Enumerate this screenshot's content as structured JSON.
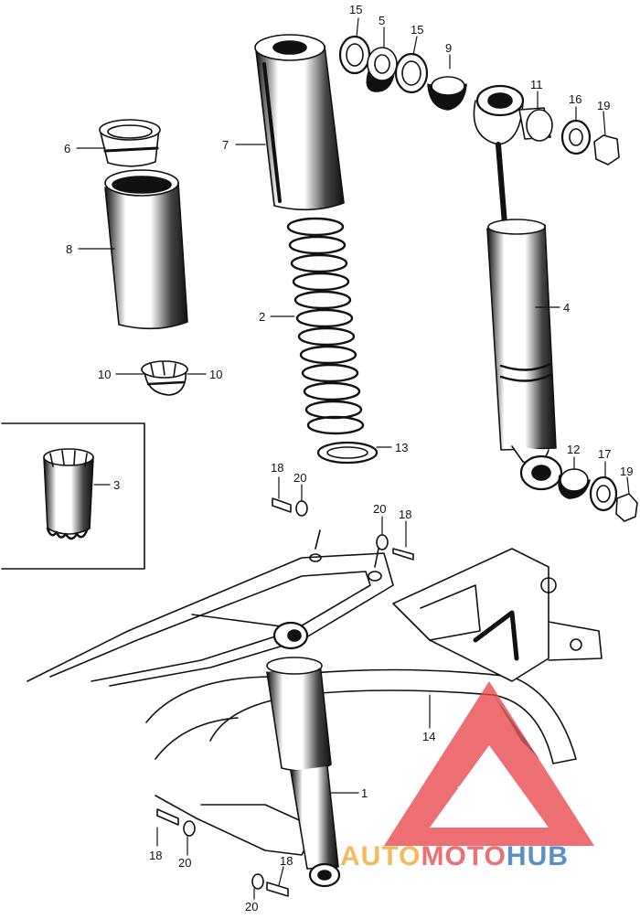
{
  "diagram": {
    "callouts": {
      "c1": "1",
      "c2": "2",
      "c3": "3",
      "c4": "4",
      "c5": "5",
      "c6": "6",
      "c7": "7",
      "c8": "8",
      "c9": "9",
      "c10a": "10",
      "c10b": "10",
      "c11": "11",
      "c12": "12",
      "c13": "13",
      "c14": "14",
      "c15a": "15",
      "c15b": "15",
      "c16": "16",
      "c17": "17",
      "c18a": "18",
      "c18b": "18",
      "c18c": "18",
      "c18d": "18",
      "c19a": "19",
      "c19b": "19",
      "c20a": "20",
      "c20b": "20",
      "c20c": "20",
      "c20d": "20"
    }
  },
  "watermark": {
    "word_a": "AUTO",
    "word_b": "MOTO",
    "word_c": "HUB",
    "colors": {
      "red": "#e8474c",
      "orange": "#f2a630",
      "blue": "#2c72b8"
    }
  },
  "colors": {
    "ink": "#111111",
    "paper": "#ffffff",
    "shade": "#1a1a1a"
  }
}
